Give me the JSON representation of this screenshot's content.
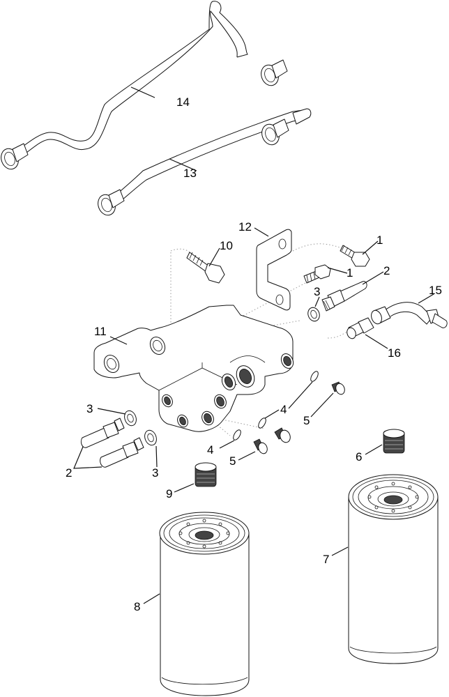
{
  "diagram": {
    "type": "exploded-parts-view",
    "background_color": "#ffffff",
    "line_color": "#111111",
    "callouts": [
      {
        "id": "c14",
        "label": "14",
        "part": "fuel-line-long"
      },
      {
        "id": "c13",
        "label": "13",
        "part": "fuel-line-short"
      },
      {
        "id": "c12",
        "label": "12",
        "part": "mounting-bracket"
      },
      {
        "id": "c10",
        "label": "10",
        "part": "flange-bolt"
      },
      {
        "id": "c1a",
        "label": "1",
        "part": "bracket-bolt-upper"
      },
      {
        "id": "c1b",
        "label": "1",
        "part": "bracket-bolt-lower"
      },
      {
        "id": "c2a",
        "label": "2",
        "part": "fitting-right"
      },
      {
        "id": "c3a",
        "label": "3",
        "part": "washer-right"
      },
      {
        "id": "c15",
        "label": "15",
        "part": "elbow-fitting"
      },
      {
        "id": "c16",
        "label": "16",
        "part": "adapter-fitting"
      },
      {
        "id": "c11",
        "label": "11",
        "part": "filter-head"
      },
      {
        "id": "c4a",
        "label": "4",
        "part": "o-ring-upper"
      },
      {
        "id": "c5a",
        "label": "5",
        "part": "plug-upper"
      },
      {
        "id": "c3b",
        "label": "3",
        "part": "washer-left-upper"
      },
      {
        "id": "c4b",
        "label": "4",
        "part": "o-ring-lower"
      },
      {
        "id": "c5b",
        "label": "5",
        "part": "plug-lower"
      },
      {
        "id": "c2b",
        "label": "2",
        "part": "fittings-left"
      },
      {
        "id": "c3c",
        "label": "3",
        "part": "washer-left-lower"
      },
      {
        "id": "c9",
        "label": "9",
        "part": "nipple-left"
      },
      {
        "id": "c6",
        "label": "6",
        "part": "nipple-right"
      },
      {
        "id": "c8",
        "label": "8",
        "part": "filter-element-left"
      },
      {
        "id": "c7",
        "label": "7",
        "part": "filter-element-right"
      }
    ]
  }
}
